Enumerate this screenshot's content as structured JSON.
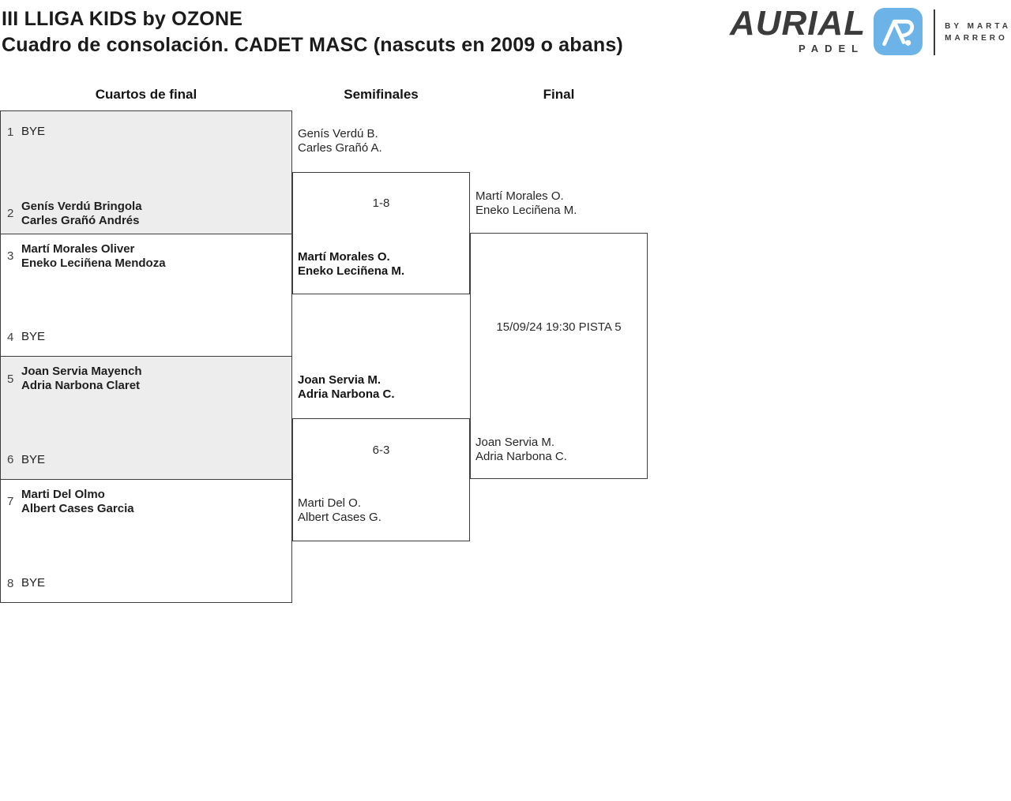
{
  "header": {
    "title": "III LLIGA KIDS by OZONE",
    "subtitle": "Cuadro de consolación. CADET MASC (nascuts en 2009 o abans)"
  },
  "logo": {
    "brand": "AURIAL",
    "sub_brand": "PADEL",
    "byline_line1": "BY MARTA",
    "byline_line2": "MARRERO",
    "icon": "aurial-monogram-icon",
    "icon_bg_color": "#6cb4e8",
    "text_color": "#3b3b3b"
  },
  "bracket": {
    "round_headers": {
      "quarterfinals": "Cuartos de final",
      "semifinals": "Semifinales",
      "final": "Final"
    },
    "shaded_row_color": "#ededed",
    "border_color": "#3d3d3d",
    "quarterfinals": [
      {
        "shaded": true,
        "slots": [
          {
            "seed": "1",
            "bold": false,
            "lines": [
              "BYE"
            ]
          },
          {
            "seed": "2",
            "bold": true,
            "lines": [
              "Genís Verdú Bringola",
              "Carles Grañó Andrés"
            ]
          }
        ]
      },
      {
        "shaded": false,
        "slots": [
          {
            "seed": "3",
            "bold": true,
            "lines": [
              "Martí Morales Oliver",
              "Eneko Leciñena Mendoza"
            ]
          },
          {
            "seed": "4",
            "bold": false,
            "lines": [
              "BYE"
            ]
          }
        ]
      },
      {
        "shaded": true,
        "slots": [
          {
            "seed": "5",
            "bold": true,
            "lines": [
              "Joan Servia Mayench",
              "Adria Narbona Claret"
            ]
          },
          {
            "seed": "6",
            "bold": false,
            "lines": [
              "BYE"
            ]
          }
        ]
      },
      {
        "shaded": false,
        "slots": [
          {
            "seed": "7",
            "bold": true,
            "lines": [
              "Marti Del Olmo",
              "Albert Cases Garcia"
            ]
          },
          {
            "seed": "8",
            "bold": false,
            "lines": [
              "BYE"
            ]
          }
        ]
      }
    ],
    "semifinals": [
      {
        "top": {
          "bold": false,
          "lines": [
            "Genís Verdú B.",
            "Carles Grañó A."
          ]
        },
        "score": "1-8",
        "bottom": {
          "bold": true,
          "lines": [
            "Martí Morales O.",
            "Eneko Leciñena M."
          ]
        }
      },
      {
        "top": {
          "bold": true,
          "lines": [
            "Joan Servia M.",
            "Adria Narbona C."
          ]
        },
        "score": "6-3",
        "bottom": {
          "bold": false,
          "lines": [
            "Marti Del O.",
            "Albert Cases G."
          ]
        }
      }
    ],
    "final": {
      "top": {
        "bold": false,
        "lines": [
          "Martí Morales O.",
          "Eneko Leciñena M."
        ]
      },
      "info": "15/09/24 19:30 PISTA 5",
      "bottom": {
        "bold": false,
        "lines": [
          "Joan Servia M.",
          "Adria Narbona C."
        ]
      }
    }
  }
}
